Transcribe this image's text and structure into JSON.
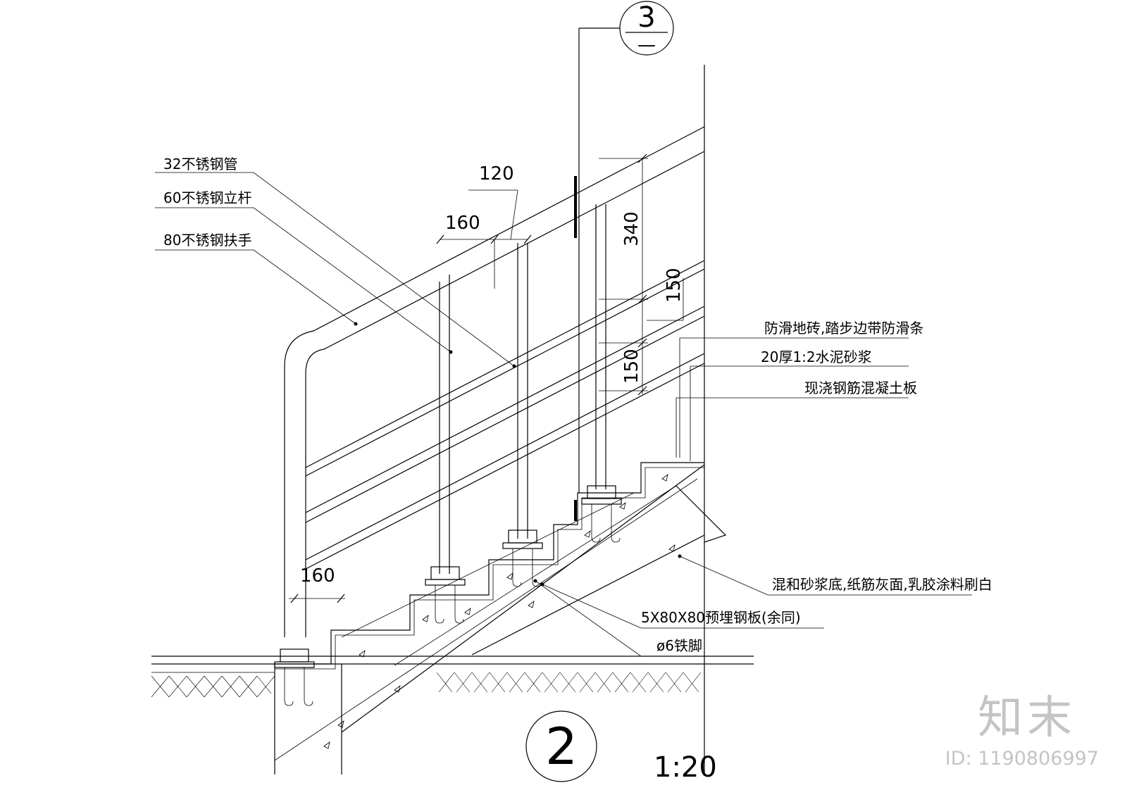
{
  "callout_labels": {
    "pipe_32": "32不锈钢管",
    "post_60": "60不锈钢立杆",
    "handrail_80": "80不锈钢扶手",
    "anti_slip": "防滑地砖,踏步边带防滑条",
    "cement_mortar": "20厚1:2水泥砂浆",
    "concrete_slab": "现浇钢筋混凝土板",
    "ceiling_finish": "混和砂浆底,纸筋灰面,乳胶涂料刷白",
    "embed_plate": "5X80X80预埋钢板(余同)",
    "iron_foot": "ø6铁脚"
  },
  "dimensions": {
    "d120": "120",
    "d160_top": "160",
    "d160_bottom": "160",
    "d340": "340",
    "d150_a": "150",
    "d150_b": "150"
  },
  "section_marker": {
    "number": "3",
    "sheet": "—"
  },
  "detail_marker": {
    "number": "2",
    "scale": "1:20"
  },
  "watermark": {
    "logo": "知末",
    "id": "ID: 1190806997"
  }
}
